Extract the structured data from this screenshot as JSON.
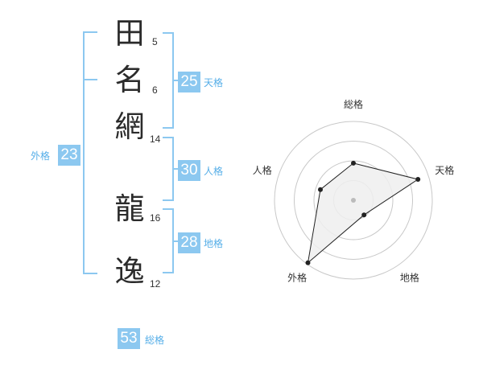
{
  "name": {
    "characters": [
      {
        "char": "田",
        "strokes": "5"
      },
      {
        "char": "名",
        "strokes": "6"
      },
      {
        "char": "網",
        "strokes": "14"
      },
      {
        "char": "龍",
        "strokes": "16"
      },
      {
        "char": "逸",
        "strokes": "12"
      }
    ]
  },
  "kakusu": {
    "tenkaku": {
      "value": "25",
      "label": "天格"
    },
    "jinkaku": {
      "value": "30",
      "label": "人格"
    },
    "chikaku": {
      "value": "28",
      "label": "地格"
    },
    "gaikaku": {
      "value": "23",
      "label": "外格"
    },
    "soukaku": {
      "value": "53",
      "label": "総格"
    }
  },
  "chart_data": {
    "type": "radar",
    "axes": [
      "総格",
      "天格",
      "地格",
      "外格",
      "人格"
    ],
    "values": [
      0.47,
      0.86,
      0.23,
      0.98,
      0.44
    ],
    "range": [
      0,
      1
    ],
    "rings": 4,
    "colors": {
      "line": "#222222",
      "fill": "#eeeeee",
      "ring": "#c8c8c8",
      "center": "#bbbbbb"
    }
  }
}
